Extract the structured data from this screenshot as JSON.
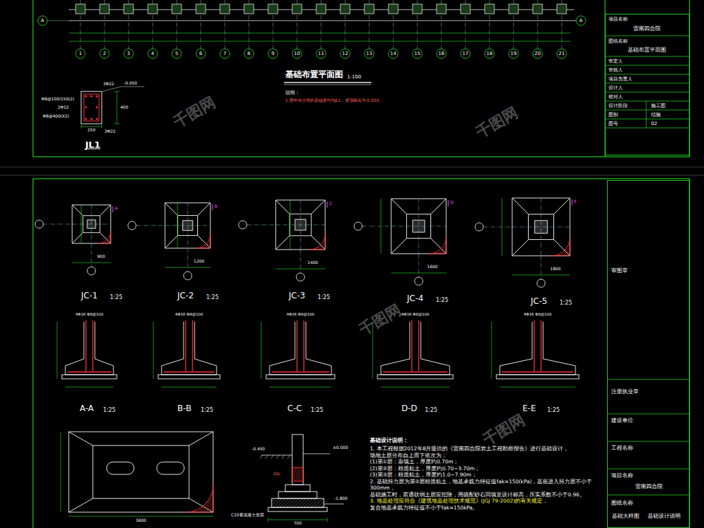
{
  "diagram": {
    "title": "基础布置平面图",
    "nodes": [
      {
        "text": [
          "项目名称",
          "雷南四合院",
          "图纸名称",
          "基础布置平面图",
          "审定人",
          "审核人",
          "项目负责人",
          "设计人",
          "校对人",
          "设计阶段",
          "施工图",
          "图别",
          "结施",
          "图号",
          "02"
        ]
      },
      {
        "text": [
          "审图章",
          "注册执业章",
          "建设单位",
          "工程名称",
          "项目名称",
          "雷南四合院",
          "图纸名称",
          "基础大样图",
          "基础设计说明"
        ]
      }
    ],
    "labels": [
      "1",
      "2",
      "3",
      "4",
      "5",
      "6",
      "7",
      "8",
      "9",
      "10",
      "11",
      "12",
      "13",
      "14",
      "15",
      "16",
      "17",
      "18",
      "19",
      "20",
      "21",
      "A",
      "A",
      "1:100",
      "说明：",
      "1.图中未注明的基础梁均为JL1，梁顶标高为-0.050。",
      "JL1",
      "3Φ22",
      "Φ8@100/150(2)",
      "2Φ12",
      "Φ8@400(X2)",
      "3Φ22",
      "-0.050",
      "250",
      "400",
      "JC-1",
      "1:25",
      "JC-2",
      "1:25",
      "JC-3",
      "1:25",
      "JC-4",
      "1:25",
      "JC-5",
      "1:25",
      "A",
      "B",
      "C",
      "D",
      "E",
      "A-A",
      "1:25",
      "B-B",
      "1:25",
      "C-C",
      "1:25",
      "D-D",
      "1:25",
      "E-E",
      "1:25",
      "900",
      "1200",
      "1400",
      "1600",
      "1800",
      "4Φ16 Φ8@100",
      "4Φ16 Φ8@100",
      "4Φ16 Φ8@100",
      "4Φ16 Φ8@100",
      "4Φ16 Φ8@100",
      "±0.000",
      "-0.450",
      "-1.800",
      "JQL",
      "C10素混凝土垫层",
      "700",
      "3600",
      "基础设计说明：",
      "1. 本工程根据2012年8月提供的《雷南四合院岩土工程勘察报告》进行基础设计，",
      "场地土层分布自上而下依次为：",
      "(1)第①层：杂填土，厚度约0.70m；",
      "(2)第②层：粉质粘土，厚度约0.70~3.70m；",
      "(3)第③层：粉质粘土，厚度约1.0~7.90m；",
      "2. 基础持力层为第②层粉质粘土，地基承载力特征值fak=150(kPa)，基底进入持力层不小于300mm，",
      "基础施工时，若遇软弱土层应挖除，用级配砂石回填至设计标高，压实系数不小于0.96。",
      "3. 地基处理应符合《建筑地基处理技术规范》(JGJ 79-2002)的有关规定，",
      "复合地基承载力特征值不小于fak=150kPa。",
      "千图网",
      "千图网",
      "千图网",
      "千图网"
    ]
  }
}
